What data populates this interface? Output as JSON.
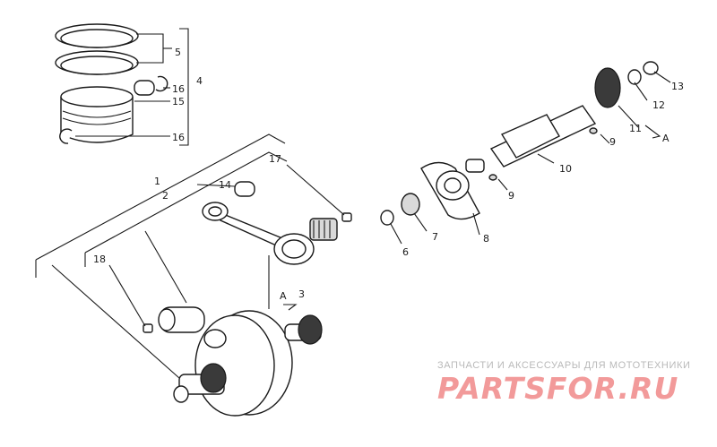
{
  "callouts": {
    "c1": "1",
    "c2": "2",
    "c3": "3",
    "c4": "4",
    "c5": "5",
    "c6": "6",
    "c7": "7",
    "c8": "8",
    "c9a": "9",
    "c9b": "9",
    "c10": "10",
    "c11": "11",
    "c12": "12",
    "c13": "13",
    "c14": "14",
    "c15": "15",
    "c16a": "16",
    "c16b": "16",
    "c17": "17",
    "c18": "18",
    "cA1": "A",
    "cA2": "A"
  },
  "watermark": {
    "tagline": "ЗАПЧАСТИ И АКСЕССУАРЫ ДЛЯ МОТОТЕХНИКИ",
    "logo": "PARTSFOR.RU"
  },
  "colors": {
    "line": "#1a1a1a",
    "watermark_text": "#b9b9b9",
    "watermark_logo": "#f29a9a"
  }
}
